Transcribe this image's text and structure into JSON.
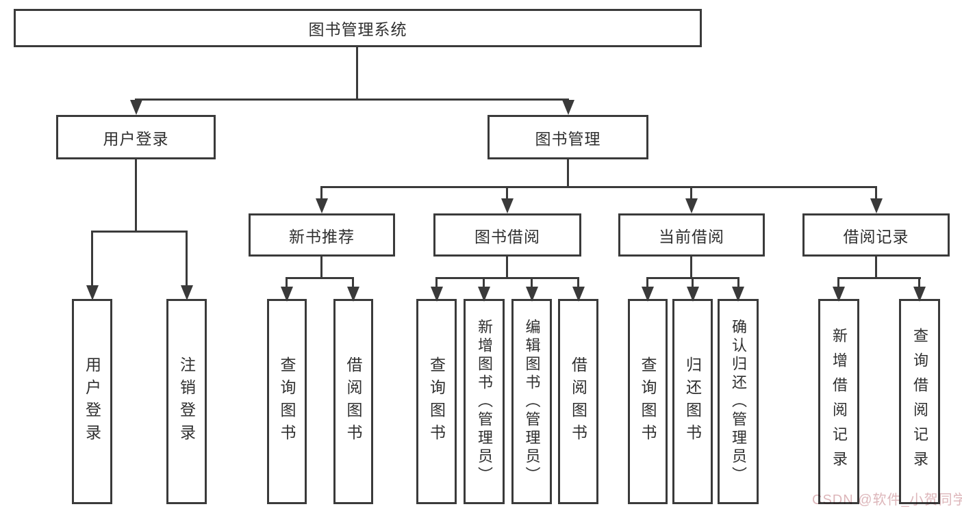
{
  "diagram": {
    "title": "图书管理系统",
    "nodes": {
      "root": "图书管理系统",
      "level2": [
        "用户登录",
        "图书管理"
      ],
      "level3": [
        "新书推荐",
        "图书借阅",
        "当前借阅",
        "借阅记录"
      ],
      "leaves": [
        "用户登录",
        "注销登录",
        "查询图书",
        "借阅图书",
        "查询图书",
        "新增图书（管理员）",
        "编辑图书（管理员）",
        "借阅图书",
        "查询图书",
        "归还图书",
        "确认归还（管理员）",
        "新增借阅记录",
        "查询借阅记录"
      ]
    }
  },
  "colors": {
    "line": "#3a3a3a",
    "text": "#2f2f2f",
    "background": "#ffffff"
  },
  "watermark": {
    "text": "CSDN @软件_小贺同学",
    "color": "#ddb6ba"
  }
}
